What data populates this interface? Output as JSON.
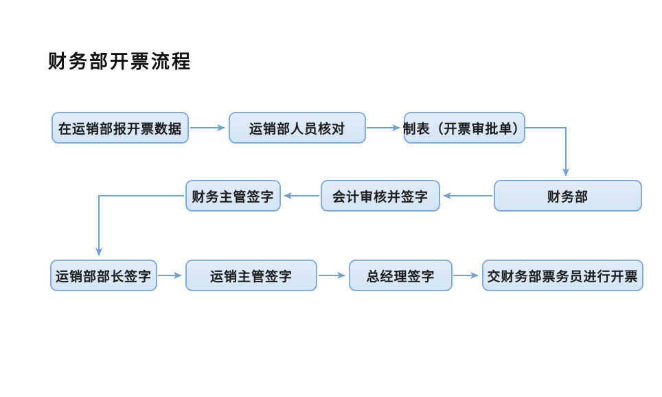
{
  "page": {
    "title": "财务部开票流程"
  },
  "colors": {
    "node_fill": "#d9e7f6",
    "node_border": "#84aad8",
    "node_text": "#1c1c1c",
    "arrow": "#6f9fd6",
    "title_text": "#111111",
    "background": "#ffffff"
  },
  "flowchart": {
    "nodes": [
      {
        "id": "report-invoice-data",
        "label": "在运销部报开票数据"
      },
      {
        "id": "sales-dept-staff-verify",
        "label": "运销部人员核对"
      },
      {
        "id": "tabulate-approval-form",
        "label": "制表（开票审批单）"
      },
      {
        "id": "finance-dept",
        "label": "财务部"
      },
      {
        "id": "accountant-review-sign",
        "label": "会计审核并签字"
      },
      {
        "id": "finance-supervisor-sign",
        "label": "财务主管签字"
      },
      {
        "id": "sales-dept-head-sign",
        "label": "运销部部长签字"
      },
      {
        "id": "sales-supervisor-sign",
        "label": "运销主管签字"
      },
      {
        "id": "general-manager-sign",
        "label": "总经理签字"
      },
      {
        "id": "deliver-to-ticketing-clerk",
        "label": "交财务部票务员进行开票"
      }
    ],
    "edges": [
      {
        "from": "report-invoice-data",
        "to": "sales-dept-staff-verify"
      },
      {
        "from": "sales-dept-staff-verify",
        "to": "tabulate-approval-form"
      },
      {
        "from": "tabulate-approval-form",
        "to": "finance-dept"
      },
      {
        "from": "finance-dept",
        "to": "accountant-review-sign"
      },
      {
        "from": "accountant-review-sign",
        "to": "finance-supervisor-sign"
      },
      {
        "from": "finance-supervisor-sign",
        "to": "sales-dept-head-sign"
      },
      {
        "from": "sales-dept-head-sign",
        "to": "sales-supervisor-sign"
      },
      {
        "from": "sales-supervisor-sign",
        "to": "general-manager-sign"
      },
      {
        "from": "general-manager-sign",
        "to": "deliver-to-ticketing-clerk"
      }
    ]
  }
}
